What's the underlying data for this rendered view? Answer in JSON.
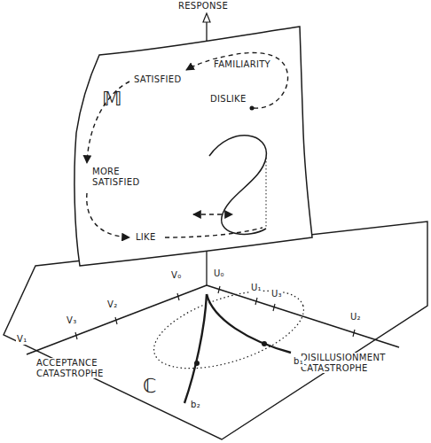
{
  "diagram": {
    "labels": [
      "RESPONSE",
      "𝕄",
      "SATISFIED",
      "FAMILIARITY",
      "DISLIKE",
      "MORE SATISFIED",
      "LIKE",
      "V₀",
      "U₀",
      "V₃",
      "V₂",
      "V₁",
      "U₁",
      "U₃",
      "U₂",
      "DISILLUSIONMENT CATASTROPHE",
      "ACCEPTANCE CATASTROPHE",
      "b₁",
      "b₂",
      "ℂ"
    ]
  }
}
